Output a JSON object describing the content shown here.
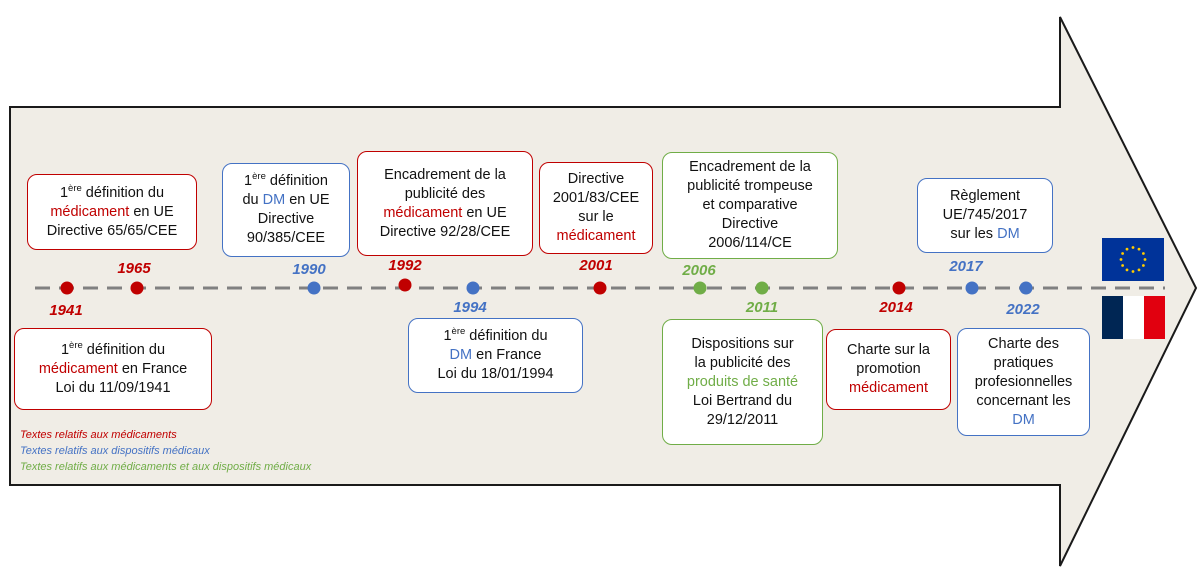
{
  "colors": {
    "medicament": "#c00000",
    "dm": "#4472c4",
    "both": "#70ad47",
    "arrow_fill": "#f0ede6",
    "arrow_stroke": "#1a1a1a"
  },
  "events": [
    {
      "id": "1941",
      "year": "1941",
      "category": "medicament",
      "text": {
        "sup_prefix": "1",
        "sup": "ère",
        "l1_rest": " définition du",
        "l2_a": "médicament",
        "l2_b": " en France",
        "l3": "Loi du 11/09/1941"
      }
    },
    {
      "id": "1965",
      "year": "1965",
      "category": "medicament",
      "text": {
        "sup_prefix": "1",
        "sup": "ère",
        "l1_rest": " définition du",
        "l2_a": "médicament",
        "l2_b": " en UE",
        "l3": "Directive 65/65/CEE"
      }
    },
    {
      "id": "1990",
      "year": "1990",
      "category": "dm",
      "text": {
        "sup_prefix": "1",
        "sup": "ère",
        "l1_rest": " définition",
        "l2_a": "du ",
        "l2_b": "DM",
        "l2_c": " en UE",
        "l3": "Directive",
        "l4": "90/385/CEE"
      }
    },
    {
      "id": "1992",
      "year": "1992",
      "category": "medicament",
      "text": {
        "l1": "Encadrement de la",
        "l2": "publicité des",
        "l3_a": "médicament",
        "l3_b": " en UE",
        "l4": "Directive 92/28/CEE"
      }
    },
    {
      "id": "1994",
      "year": "1994",
      "category": "dm",
      "text": {
        "sup_prefix": "1",
        "sup": "ère",
        "l1_rest": " définition du",
        "l2_a": "DM",
        "l2_b": "  en France",
        "l3": "Loi du 18/01/1994"
      }
    },
    {
      "id": "2001",
      "year": "2001",
      "category": "medicament",
      "text": {
        "l1": "Directive",
        "l2": "2001/83/CEE",
        "l3": "sur le",
        "l4": "médicament"
      }
    },
    {
      "id": "2006",
      "year": "2006",
      "category": "both",
      "text": {
        "l1": "Encadrement de la",
        "l2": "publicité trompeuse",
        "l3": "et comparative",
        "l4": "Directive",
        "l5": "2006/114/CE"
      }
    },
    {
      "id": "2011",
      "year": "2011",
      "category": "both",
      "text": {
        "l1": "Dispositions sur",
        "l2": "la publicité des",
        "l3": "produits de santé",
        "l4": "Loi Bertrand du",
        "l5": "29/12/2011"
      }
    },
    {
      "id": "2014",
      "year": "2014",
      "category": "medicament",
      "text": {
        "l1": "Charte sur la",
        "l2": "promotion",
        "l3": "médicament"
      }
    },
    {
      "id": "2017",
      "year": "2017",
      "category": "dm",
      "text": {
        "l1": "Règlement",
        "l2": "UE/745/2017",
        "l3_a": "sur les ",
        "l3_b": "DM"
      }
    },
    {
      "id": "2022",
      "year": "2022",
      "category": "dm",
      "text": {
        "l1": "Charte des",
        "l2": "pratiques",
        "l3": "profesionnelles",
        "l4": "concernant les",
        "l5": "DM"
      }
    }
  ],
  "legend": {
    "medicament": "Textes relatifs aux médicaments",
    "dm": "Textes relatifs aux dispositifs médicaux",
    "both": "Textes relatifs aux médicaments et aux dispositifs médicaux"
  },
  "flags": {
    "eu": "eu-flag-icon",
    "fr": "france-flag-icon"
  }
}
